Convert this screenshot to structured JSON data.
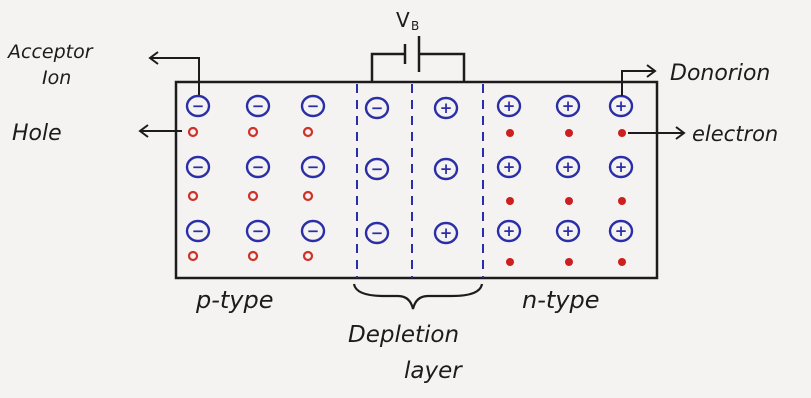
{
  "labels": {
    "battery": "V",
    "battery_sub": "B",
    "acceptor_line1": "Acceptor",
    "acceptor_line2": "Ion",
    "hole": "Hole",
    "donor_ion": "Donorion",
    "electron": "electron",
    "p_type": "p-type",
    "n_type": "n-type",
    "depletion_line1": "Depletion",
    "depletion_line2": "layer"
  },
  "symbols": {
    "acceptor_ion": "−",
    "donor_ion": "+"
  },
  "colors": {
    "ink": "#1c1c1c",
    "ion_blue": "#2a2fa8",
    "hole_red": "#d0322a",
    "electron_red": "#cc1f1f",
    "paper": "#f4f3f1"
  }
}
